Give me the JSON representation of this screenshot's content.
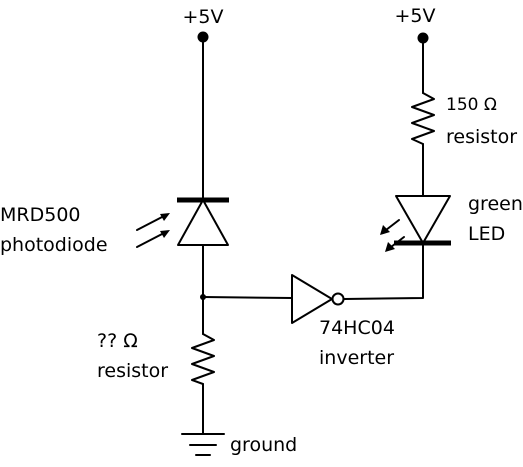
{
  "diagram": {
    "left_supply_label": "+5V",
    "right_supply_label": "+5V",
    "photodiode": {
      "line1": "MRD500",
      "line2": "photodiode"
    },
    "bias_resistor": {
      "line1": "?? Ω",
      "line2": "resistor"
    },
    "ground_label": "ground",
    "inverter": {
      "line1": "74HC04",
      "line2": "inverter"
    },
    "led_resistor": {
      "line1": "150 Ω",
      "line2": "resistor"
    },
    "led": {
      "line1": "green",
      "line2": "LED"
    }
  }
}
